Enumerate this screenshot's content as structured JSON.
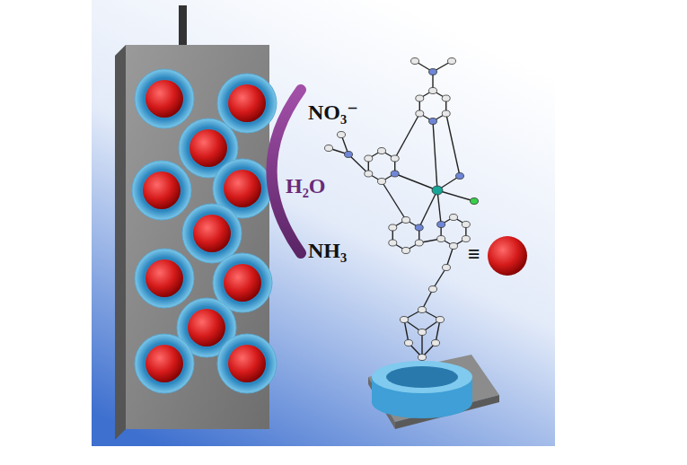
{
  "diagram": {
    "labels": [
      "NO₃⁻",
      "H₂O",
      "NH₃",
      "≡"
    ]
  }
}
